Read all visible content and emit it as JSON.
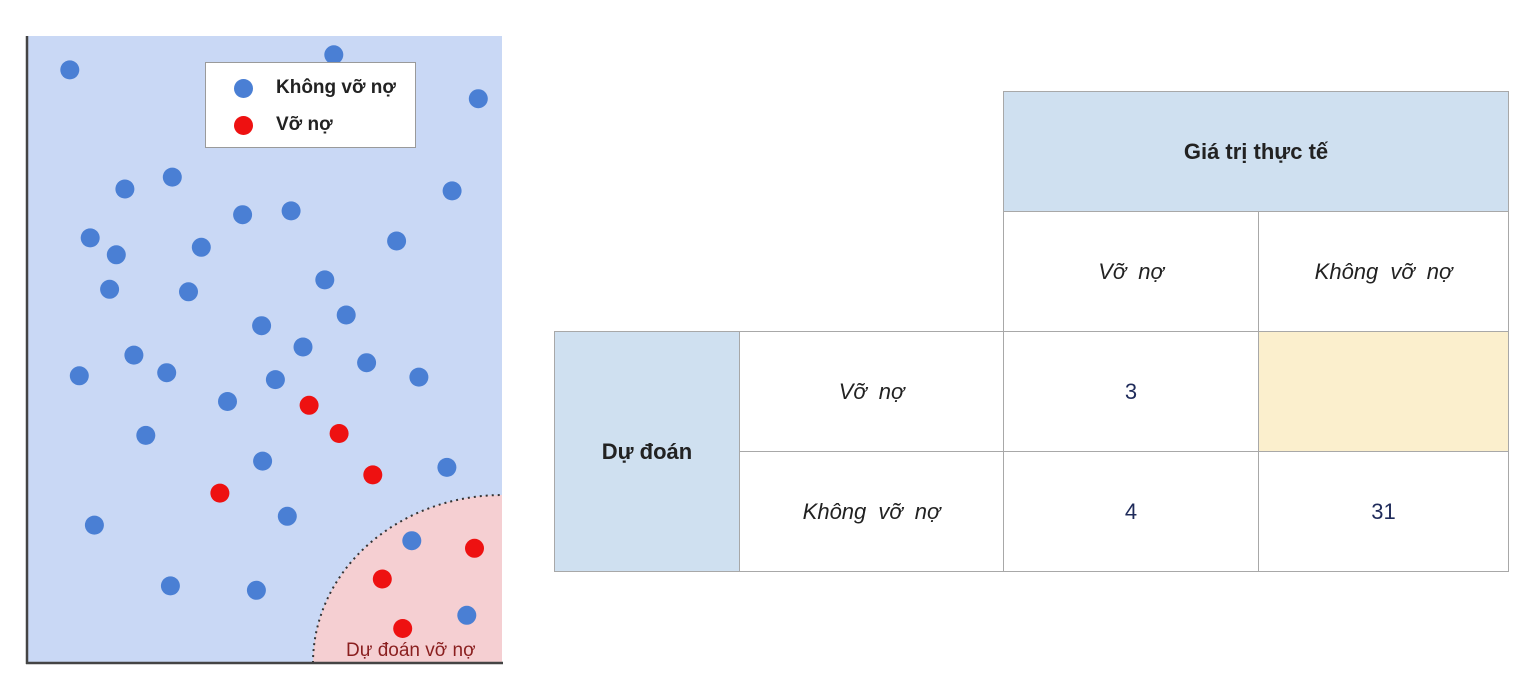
{
  "colors": {
    "plot_background": "#c9d8f5",
    "not_default": "#4a7fd4",
    "default": "#ee1111",
    "region": "#f5cfd2",
    "header_fill": "#cfe0f0",
    "highlight": "#fbefcd"
  },
  "chart_data": {
    "type": "scatter",
    "xlim": [
      0,
      100
    ],
    "ylim": [
      0,
      100
    ],
    "axis_labels": "none",
    "grid": false,
    "legend_placement": "top-center",
    "legend": [
      {
        "label": "Không vỡ nợ",
        "color": "#4a7fd4"
      },
      {
        "label": "Vỡ nợ",
        "color": "#ee1111"
      }
    ],
    "region": {
      "label": "Dự đoán vỡ nợ",
      "shape": "quarter-ellipse",
      "corner": "bottom-right",
      "radius_x": 40,
      "radius_y": 27
    },
    "series": [
      {
        "name": "Không vỡ nợ",
        "color": "#4a7fd4",
        "points": [
          [
            9.0,
            94.6
          ],
          [
            20.6,
            75.6
          ],
          [
            30.6,
            77.5
          ],
          [
            89.5,
            75.3
          ],
          [
            45.4,
            71.5
          ],
          [
            55.6,
            72.1
          ],
          [
            13.3,
            67.8
          ],
          [
            18.8,
            65.1
          ],
          [
            36.7,
            66.3
          ],
          [
            77.8,
            67.3
          ],
          [
            17.4,
            59.6
          ],
          [
            64.6,
            97
          ],
          [
            34.0,
            59.2
          ],
          [
            62.7,
            61.1
          ],
          [
            49.4,
            53.8
          ],
          [
            67.2,
            55.5
          ],
          [
            58.1,
            50.4
          ],
          [
            22.5,
            49.1
          ],
          [
            11.0,
            45.8
          ],
          [
            29.4,
            46.3
          ],
          [
            71.5,
            47.9
          ],
          [
            82.5,
            45.6
          ],
          [
            52.3,
            45.2
          ],
          [
            42.2,
            41.7
          ],
          [
            25.0,
            36.3
          ],
          [
            49.6,
            32.2
          ],
          [
            88.4,
            31.2
          ],
          [
            14.2,
            22.0
          ],
          [
            54.8,
            23.4
          ],
          [
            81.0,
            19.5
          ],
          [
            30.2,
            12.3
          ],
          [
            48.3,
            11.6
          ],
          [
            92.6,
            7.6
          ],
          [
            95.0,
            90.0
          ]
        ]
      },
      {
        "name": "Vỡ nợ",
        "color": "#ee1111",
        "points": [
          [
            59.4,
            41.1
          ],
          [
            65.7,
            36.6
          ],
          [
            72.8,
            30.0
          ],
          [
            40.6,
            27.1
          ],
          [
            94.2,
            18.3
          ],
          [
            74.8,
            13.4
          ],
          [
            79.1,
            5.5
          ]
        ]
      }
    ]
  },
  "confusion_table": {
    "actual_header": "Giá trị thực tế",
    "predicted_header": "Dự đoán",
    "col_labels": [
      "Vỡ nợ",
      "Không vỡ nợ"
    ],
    "row_labels": [
      "Vỡ nợ",
      "Không vỡ nợ"
    ],
    "values": [
      [
        "3",
        ""
      ],
      [
        "4",
        "31"
      ]
    ]
  }
}
